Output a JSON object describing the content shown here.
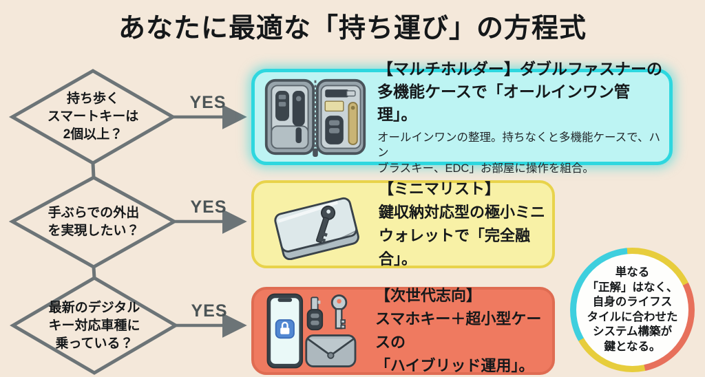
{
  "title": "あなたに最適な「持ち運び」の方程式",
  "yes_label": "YES",
  "decisions": [
    {
      "lines": [
        "持ち歩く",
        "スマートキーは",
        "2個以上？"
      ]
    },
    {
      "lines": [
        "手ぶらでの外出",
        "を実現したい？"
      ]
    },
    {
      "lines": [
        "最新のデジタル",
        "キー対応車種に",
        "乗っている？"
      ]
    }
  ],
  "results": [
    {
      "name": "multi-holder",
      "illustration": "open-multi-case-with-smart-keys",
      "title_lines": [
        "【マルチホルダー】ダブルファスナーの",
        "多機能ケースで「オールインワン管理」。"
      ],
      "body_lines": [
        "オールインワンの整理。持ちなくと多機能ケースで、ハン",
        "ブラスキー、EDC」お部屋に操作を組合。"
      ]
    },
    {
      "name": "minimalist",
      "illustration": "mini-wallet-with-key",
      "title_lines": [
        "【ミニマリスト】",
        "鍵収納対応型の極小ミニ",
        "ウォレットで「完全融合」。"
      ]
    },
    {
      "name": "next-generation",
      "illustration": "smartphone-key-plus-small-case",
      "title_lines": [
        "【次世代志向】",
        "スマホキー＋超小型ケースの",
        "「ハイブリッド運用」。"
      ]
    }
  ],
  "conclusion_lines": [
    "単なる",
    "「正解」はなく、",
    "自身のライフス",
    "タイルに合わせた",
    "システム構築が",
    "鍵となる。"
  ],
  "colors": {
    "bg": "#F4E8DA",
    "line": "#6C7477",
    "yes": "#4B5456",
    "cyan-border": "#2ED7DF",
    "cyan-fill": "#BDF4F3",
    "yellow-border": "#E8D34B",
    "yellow-fill": "#F8F1A6",
    "red-border": "#DF6C52",
    "red-fill": "#EF7A60",
    "ring-cyan": "#3ECFDE",
    "ring-yellow": "#E7CD3C",
    "ring-red": "#E7705B"
  }
}
